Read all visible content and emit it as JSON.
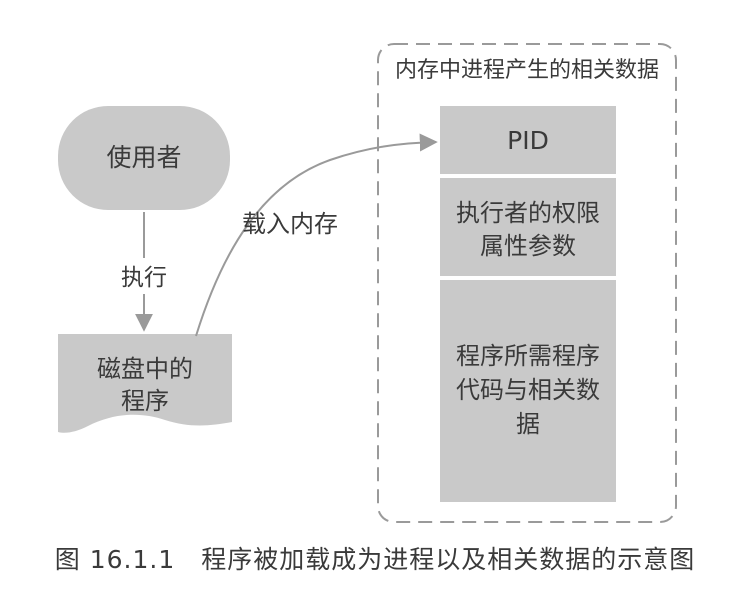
{
  "diagram": {
    "user_label": "使用者",
    "execute_label": "执行",
    "disk_program_lines": [
      "磁盘中的",
      "程序"
    ],
    "load_label": "载入内存",
    "memory_title": "内存中进程产生的相关数据",
    "memory_blocks": {
      "pid": "PID",
      "permissions_lines": [
        "执行者的权限",
        "属性参数"
      ],
      "code_lines": [
        "程序所需程序",
        "代码与相关数",
        "据"
      ]
    }
  },
  "caption": "图 16.1.1　程序被加载成为进程以及相关数据的示意图",
  "colors": {
    "box_fill": "#c9c9c9",
    "line": "#9a9a9a",
    "text": "#3a3a3a",
    "background": "#ffffff"
  }
}
